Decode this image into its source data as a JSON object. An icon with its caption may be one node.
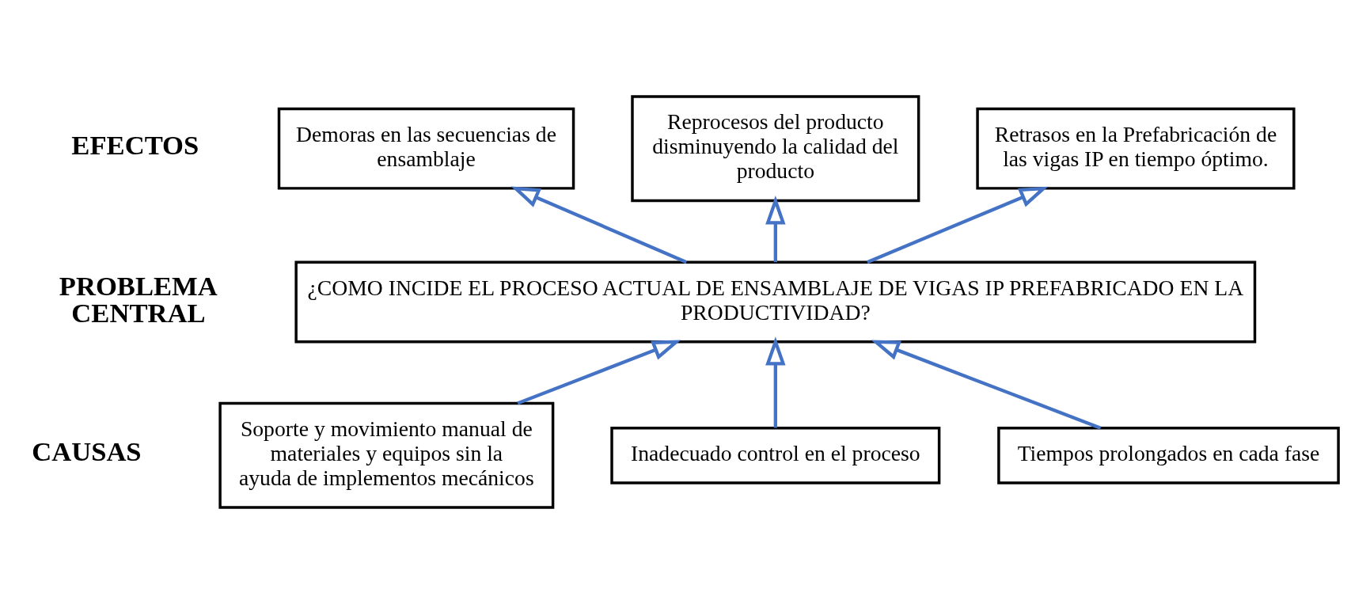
{
  "diagram": {
    "nodes": [
      {
        "text": [
          "Demoras en las secuencias de ensamblaje"
        ]
      },
      {
        "text": [
          "Reprocesos del producto disminuyendo la calidad del producto"
        ]
      },
      {
        "text": [
          "Retrasos en la Prefabricación de las vigas IP en tiempo óptimo."
        ]
      },
      {
        "text": [
          "¿COMO INCIDE EL PROCESO ACTUAL DE ENSAMBLAJE DE VIGAS IP PREFABRICADO EN LA PRODUCTIVIDAD?"
        ]
      },
      {
        "text": [
          "Soporte y movimiento manual de materiales y equipos sin la ayuda de implementos mecánicos"
        ]
      },
      {
        "text": [
          "Inadecuado control en el proceso"
        ]
      },
      {
        "text": [
          "Tiempos prolongados en cada fase"
        ]
      }
    ],
    "edges": [
      {
        "from": 4,
        "to": 3,
        "arrow": "to"
      },
      {
        "from": 5,
        "to": 3,
        "arrow": "to"
      },
      {
        "from": 6,
        "to": 3,
        "arrow": "to"
      },
      {
        "from": 3,
        "to": 0,
        "arrow": "to"
      },
      {
        "from": 3,
        "to": 1,
        "arrow": "to"
      },
      {
        "from": 3,
        "to": 2,
        "arrow": "to"
      }
    ],
    "labels": [
      "EFECTOS",
      "PROBLEMA CENTRAL",
      "CAUSAS"
    ]
  }
}
